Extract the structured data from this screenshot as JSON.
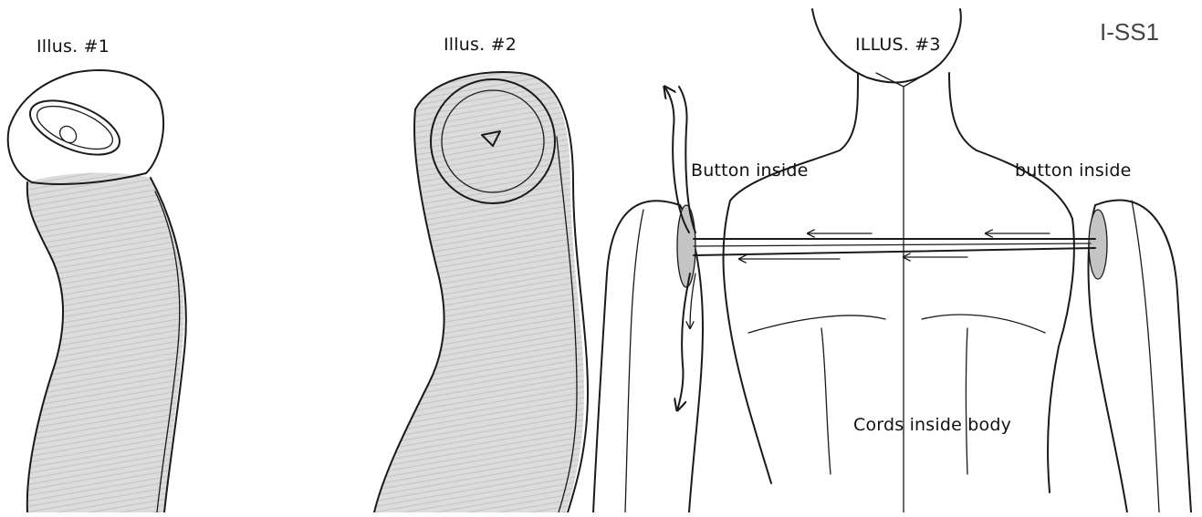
{
  "figure_code": "I-SS1",
  "illustrations": [
    {
      "title": "Illus. #1"
    },
    {
      "title": "Illus. #2"
    },
    {
      "title": "ILLUS. #3"
    }
  ],
  "annotations": {
    "left_button": "Button inside",
    "right_button": "button inside",
    "cords": "Cords inside body"
  },
  "colors": {
    "ink": "#1a1a1a",
    "shading": "#d9d9d9"
  }
}
